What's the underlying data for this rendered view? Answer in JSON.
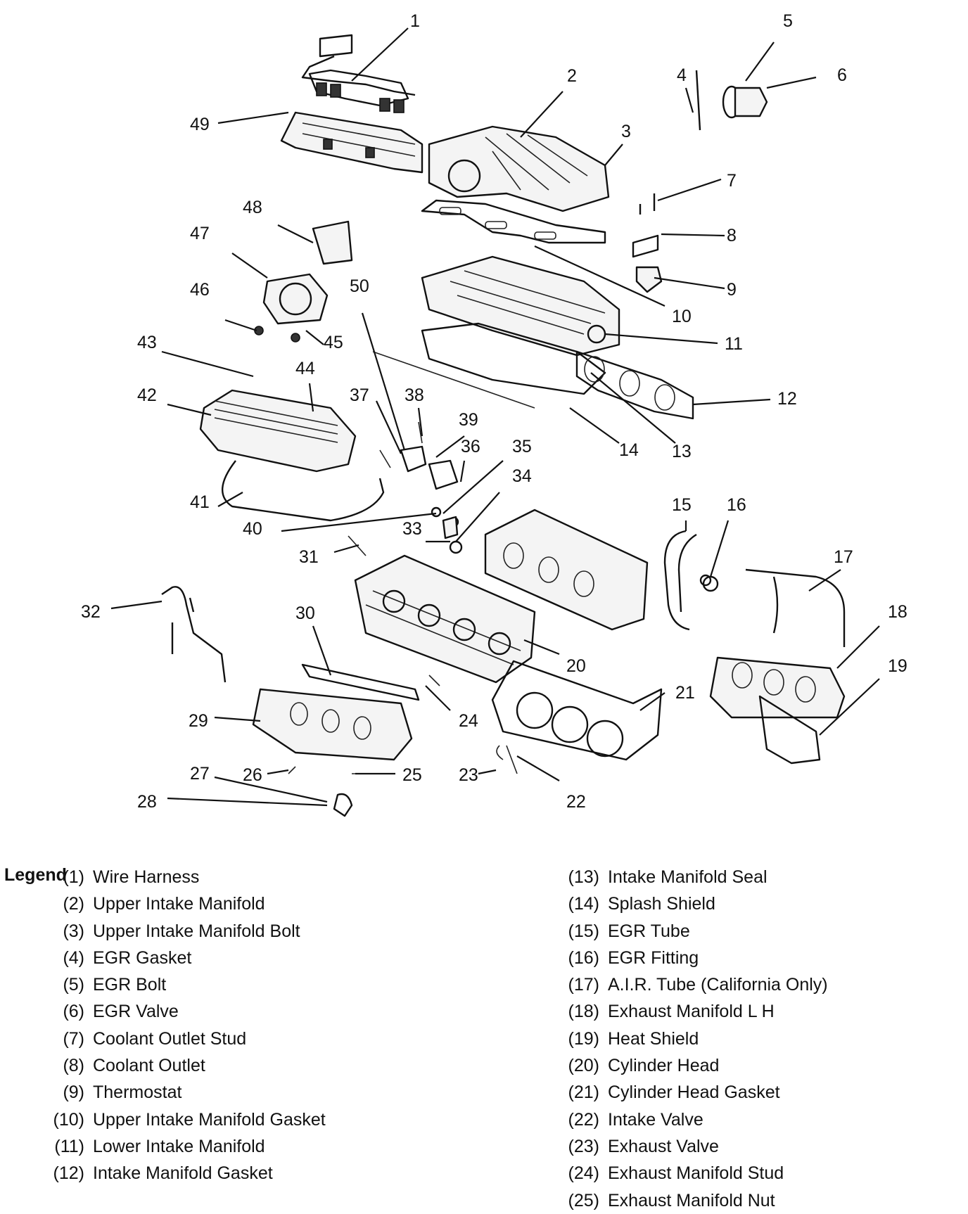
{
  "callouts": [
    {
      "num": "1"
    },
    {
      "num": "2"
    },
    {
      "num": "3"
    },
    {
      "num": "4"
    },
    {
      "num": "5"
    },
    {
      "num": "6"
    },
    {
      "num": "7"
    },
    {
      "num": "8"
    },
    {
      "num": "9"
    },
    {
      "num": "10"
    },
    {
      "num": "11"
    },
    {
      "num": "12"
    },
    {
      "num": "13"
    },
    {
      "num": "14"
    },
    {
      "num": "15"
    },
    {
      "num": "16"
    },
    {
      "num": "17"
    },
    {
      "num": "18"
    },
    {
      "num": "19"
    },
    {
      "num": "20"
    },
    {
      "num": "21"
    },
    {
      "num": "22"
    },
    {
      "num": "23"
    },
    {
      "num": "24"
    },
    {
      "num": "25"
    },
    {
      "num": "26"
    },
    {
      "num": "27"
    },
    {
      "num": "28"
    },
    {
      "num": "29"
    },
    {
      "num": "30"
    },
    {
      "num": "31"
    },
    {
      "num": "32"
    },
    {
      "num": "33"
    },
    {
      "num": "34"
    },
    {
      "num": "35"
    },
    {
      "num": "36"
    },
    {
      "num": "37"
    },
    {
      "num": "38"
    },
    {
      "num": "39"
    },
    {
      "num": "40"
    },
    {
      "num": "41"
    },
    {
      "num": "42"
    },
    {
      "num": "43"
    },
    {
      "num": "44"
    },
    {
      "num": "45"
    },
    {
      "num": "46"
    },
    {
      "num": "47"
    },
    {
      "num": "48"
    },
    {
      "num": "49"
    },
    {
      "num": "50"
    }
  ],
  "legend": {
    "title": "Legend",
    "left": [
      {
        "num": "(1)",
        "label": "Wire Harness"
      },
      {
        "num": "(2)",
        "label": "Upper Intake Manifold"
      },
      {
        "num": "(3)",
        "label": "Upper Intake Manifold Bolt"
      },
      {
        "num": "(4)",
        "label": "EGR Gasket"
      },
      {
        "num": "(5)",
        "label": "EGR Bolt"
      },
      {
        "num": "(6)",
        "label": "EGR Valve"
      },
      {
        "num": "(7)",
        "label": "Coolant Outlet Stud"
      },
      {
        "num": "(8)",
        "label": "Coolant Outlet"
      },
      {
        "num": "(9)",
        "label": "Thermostat"
      },
      {
        "num": "(10)",
        "label": "Upper Intake Manifold Gasket"
      },
      {
        "num": "(11)",
        "label": "Lower Intake Manifold"
      },
      {
        "num": "(12)",
        "label": "Intake Manifold Gasket"
      }
    ],
    "right": [
      {
        "num": "(13)",
        "label": "Intake Manifold Seal"
      },
      {
        "num": "(14)",
        "label": "Splash Shield"
      },
      {
        "num": "(15)",
        "label": "EGR Tube"
      },
      {
        "num": "(16)",
        "label": "EGR Fitting"
      },
      {
        "num": "(17)",
        "label": "A.I.R. Tube (California Only)"
      },
      {
        "num": "(18)",
        "label": "Exhaust Manifold L H"
      },
      {
        "num": "(19)",
        "label": "Heat Shield"
      },
      {
        "num": "(20)",
        "label": "Cylinder Head"
      },
      {
        "num": "(21)",
        "label": "Cylinder Head Gasket"
      },
      {
        "num": "(22)",
        "label": "Intake Valve"
      },
      {
        "num": "(23)",
        "label": "Exhaust Valve"
      },
      {
        "num": "(24)",
        "label": "Exhaust Manifold Stud"
      },
      {
        "num": "(25)",
        "label": "Exhaust Manifold Nut"
      }
    ]
  }
}
